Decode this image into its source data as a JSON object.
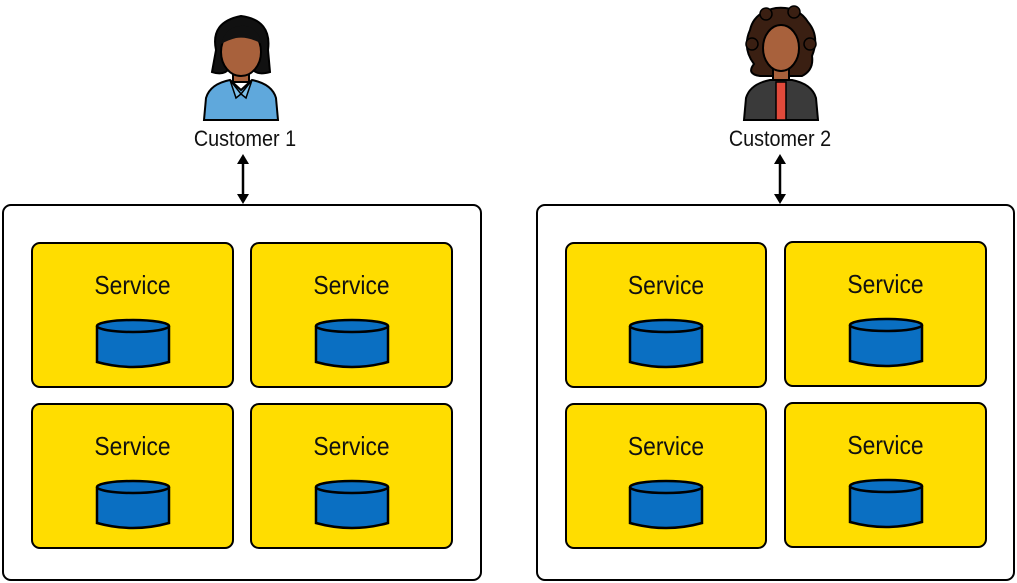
{
  "customers": [
    {
      "label": "Customer 1"
    },
    {
      "label": "Customer 2"
    }
  ],
  "tenants": [
    {
      "services": [
        "Service",
        "Service",
        "Service",
        "Service"
      ]
    },
    {
      "services": [
        "Service",
        "Service",
        "Service",
        "Service"
      ]
    }
  ],
  "colors": {
    "service_fill": "#ffdd00",
    "database_fill": "#0a6fc2",
    "customer1_shirt": "#5fa8dc",
    "customer2_jacket": "#3a3a3a",
    "skin": "#a8613c"
  },
  "icons": {
    "customer1": "person-icon",
    "customer2": "person-icon",
    "database": "database-icon"
  }
}
